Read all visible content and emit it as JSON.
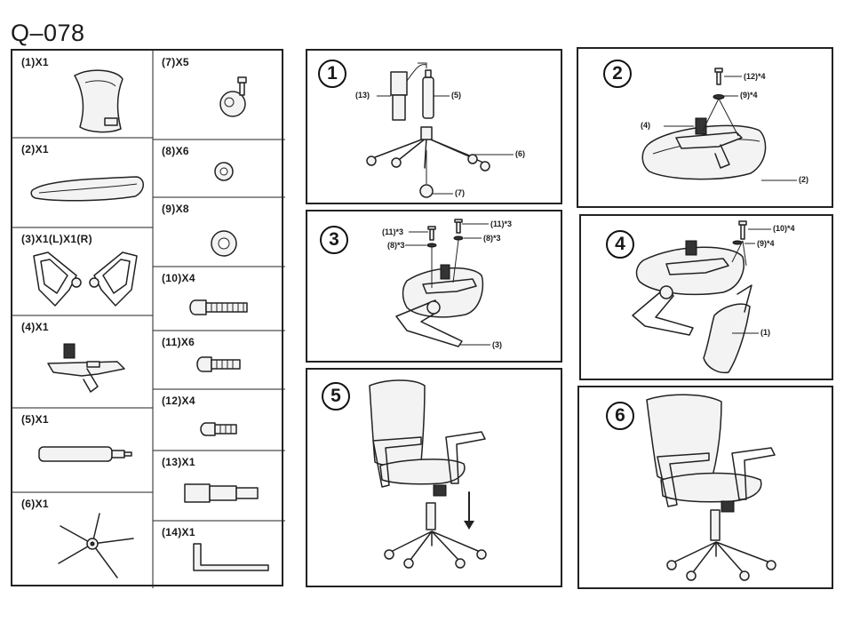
{
  "model": "Q–078",
  "parts": {
    "p1": "(1)X1",
    "p2": "(2)X1",
    "p3": "(3)X1(L)X1(R)",
    "p4": "(4)X1",
    "p5": "(5)X1",
    "p6": "(6)X1",
    "p7": "(7)X5",
    "p8": "(8)X6",
    "p9": "(9)X8",
    "p10": "(10)X4",
    "p11": "(11)X6",
    "p12": "(12)X4",
    "p13": "(13)X1",
    "p14": "(14)X1"
  },
  "steps": {
    "s1": {
      "number": "1",
      "callouts": {
        "c13": "(13)",
        "c5": "(5)",
        "c6": "(6)",
        "c7": "(7)"
      }
    },
    "s2": {
      "number": "2",
      "callouts": {
        "c12": "(12)*4",
        "c9": "(9)*4",
        "c4": "(4)",
        "c2": "(2)"
      }
    },
    "s3": {
      "number": "3",
      "callouts": {
        "c11a": "(11)*3",
        "c8a": "(8)*3",
        "c11b": "(11)*3",
        "c8b": "(8)*3",
        "c3": "(3)"
      }
    },
    "s4": {
      "number": "4",
      "callouts": {
        "c10": "(10)*4",
        "c9": "(9)*4",
        "c1": "(1)"
      }
    },
    "s5": {
      "number": "5"
    },
    "s6": {
      "number": "6"
    }
  }
}
